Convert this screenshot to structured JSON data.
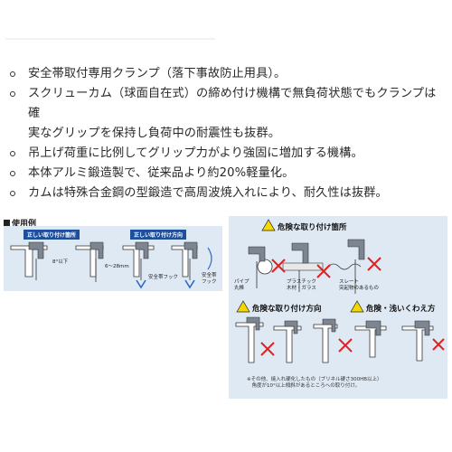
{
  "features": [
    {
      "lines": [
        "安全帯取付専用クランプ（落下事故防止用具）。"
      ]
    },
    {
      "lines": [
        "スクリューカム（球面自在式）の締め付け機構で無負荷状態でもクランプは確",
        "実なグリップを保持し負荷中の耐震性も抜群。"
      ]
    },
    {
      "lines": [
        "吊上げ荷重に比例してグリップ力がより強固に増加する機構。"
      ]
    },
    {
      "lines": [
        "本体アルミ鍛造製で、従来品より約20%軽量化。"
      ]
    },
    {
      "lines": [
        "カムは特殊合金鋼の型鍛造で高周波焼入れにより、耐久性は抜群。"
      ]
    }
  ],
  "usage": {
    "section_title": "使用例",
    "correct_place": "正しい取り付け箇所",
    "correct_direction": "正しい取り付け方向",
    "dim_8": "8°以下",
    "dim_range": "6～28mm",
    "hook_label": "安全帯フック",
    "hook_label2": "安全帯\nフック"
  },
  "danger": {
    "place_title": "危険な取り付け箇所",
    "direction_title": "危険な取り付け方向",
    "shallow_title": "危険・浅いくわえ方",
    "pipe_label": "パイプ\n丸棒",
    "plastic_label": "プラスチック\n木材・ガラス",
    "slate_label": "スレート\n突起物のあるもの",
    "note": "※その他、焼入れ硬化したもの（ブリネル硬さ300HB以上）\n　角度が10°以上傾斜があるところへの取り付け。"
  },
  "colors": {
    "panel_bg": "#dfe9f4",
    "tag_bg": "#1d4f9a",
    "warn_yellow": "#f5d800",
    "cross_red": "#e02020",
    "arrow_blue": "#2a6cc4"
  }
}
